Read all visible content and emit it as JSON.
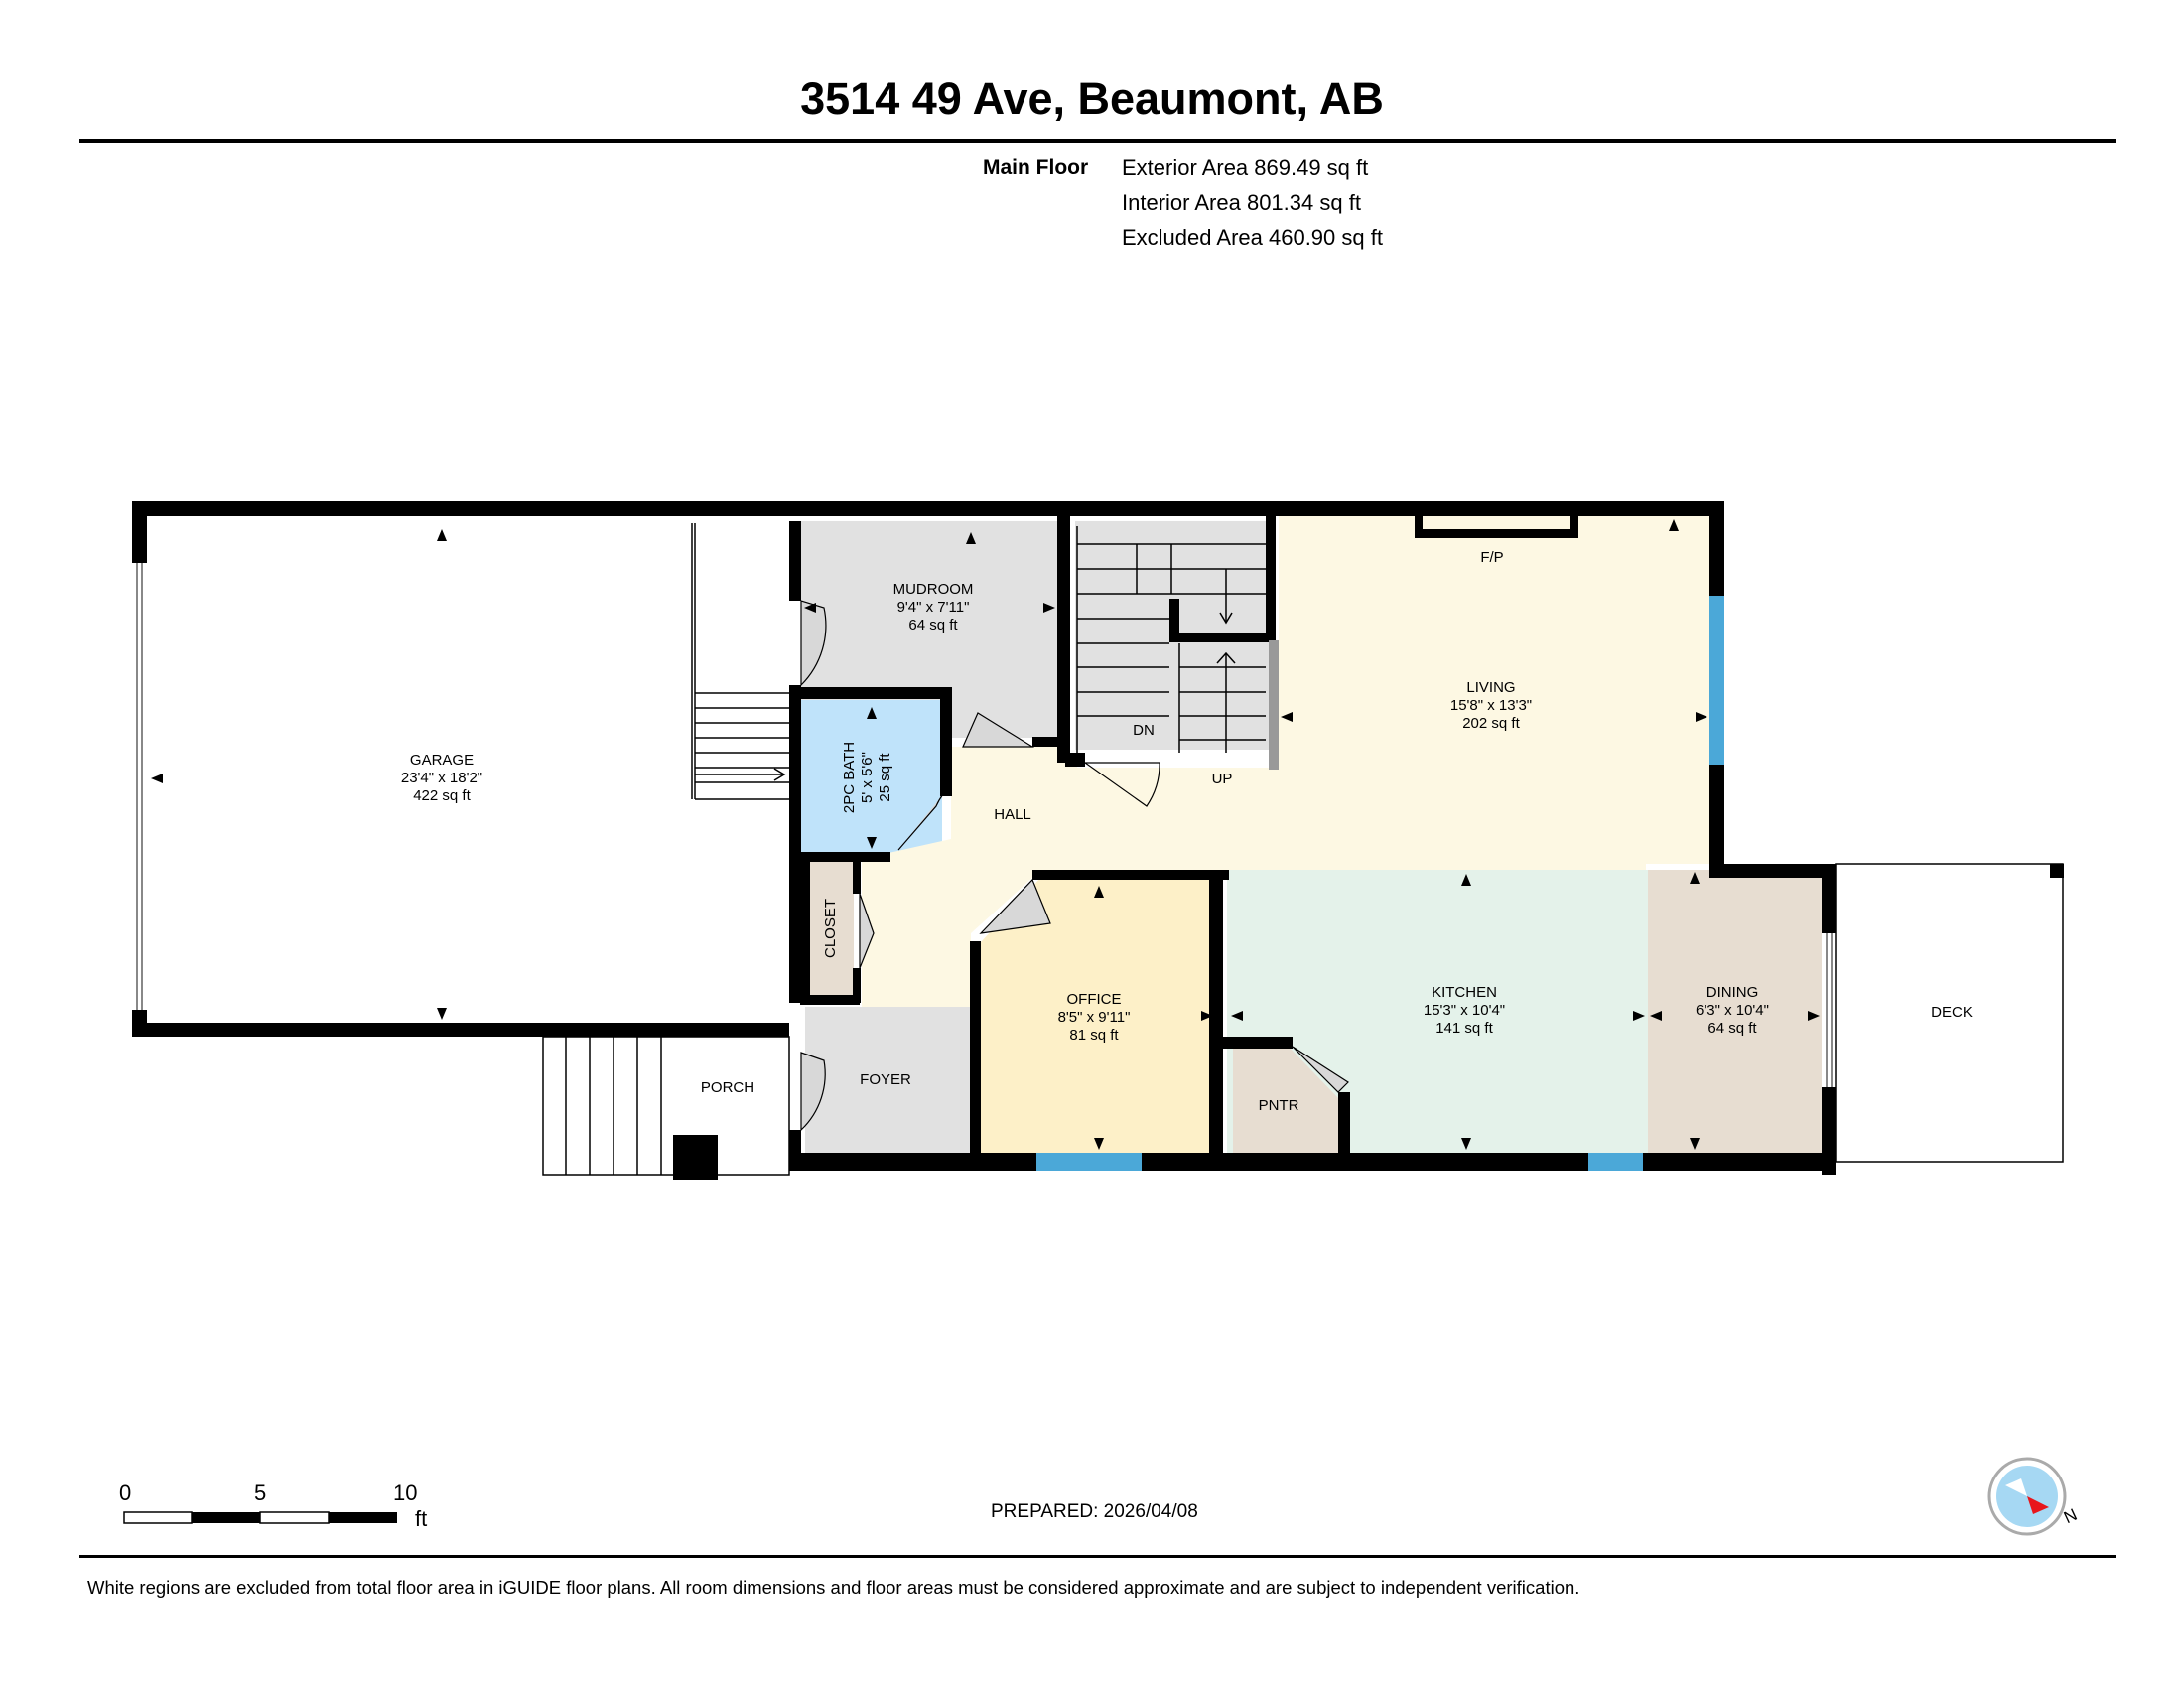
{
  "title": "3514 49 Ave, Beaumont, AB",
  "floor": {
    "label": "Main Floor",
    "exterior_area": "Exterior Area 869.49 sq ft",
    "interior_area": "Interior Area 801.34 sq ft",
    "excluded_area": "Excluded Area 460.90 sq ft"
  },
  "rooms": {
    "garage": {
      "name": "GARAGE",
      "dims": "23'4\" x 18'2\"",
      "area": "422 sq ft"
    },
    "mudroom": {
      "name": "MUDROOM",
      "dims": "9'4\" x 7'11\"",
      "area": "64 sq ft"
    },
    "bath": {
      "name": "2PC BATH",
      "dims": "5' x 5'6\"",
      "area": "25 sq ft"
    },
    "living": {
      "name": "LIVING",
      "dims": "15'8\" x 13'3\"",
      "area": "202 sq ft"
    },
    "office": {
      "name": "OFFICE",
      "dims": "8'5\" x 9'11\"",
      "area": "81 sq ft"
    },
    "kitchen": {
      "name": "KITCHEN",
      "dims": "15'3\" x 10'4\"",
      "area": "141 sq ft"
    },
    "dining": {
      "name": "DINING",
      "dims": "6'3\" x 10'4\"",
      "area": "64 sq ft"
    },
    "hall": {
      "name": "HALL"
    },
    "closet": {
      "name": "CLOSET"
    },
    "foyer": {
      "name": "FOYER"
    },
    "porch": {
      "name": "PORCH"
    },
    "pantry": {
      "name": "PNTR"
    },
    "deck": {
      "name": "DECK"
    },
    "fireplace": {
      "name": "F/P"
    },
    "stairs_down": {
      "name": "DN"
    },
    "stairs_up": {
      "name": "UP"
    }
  },
  "scale": {
    "marks": [
      "0",
      "5",
      "10"
    ],
    "unit": "ft"
  },
  "prepared": "PREPARED: 2026/04/08",
  "disclaimer": "White regions are excluded from total floor area in iGUIDE floor plans. All room dimensions and floor areas must be considered approximate and are subject to independent verification.",
  "compass": {
    "label": "N"
  },
  "colors": {
    "living_hall": "#fdf8e3",
    "kitchen": "#e4f2ea",
    "dining": "#e7ddd1",
    "pantry": "#e7ddd1",
    "office": "#fdf0c8",
    "bath": "#bfe3fa",
    "grey_room": "#e1e1e1",
    "closet": "#e7ddd1",
    "window": "#4ba8d8",
    "compass_red": "#e8161b",
    "compass_blue": "#a6d8f3"
  }
}
